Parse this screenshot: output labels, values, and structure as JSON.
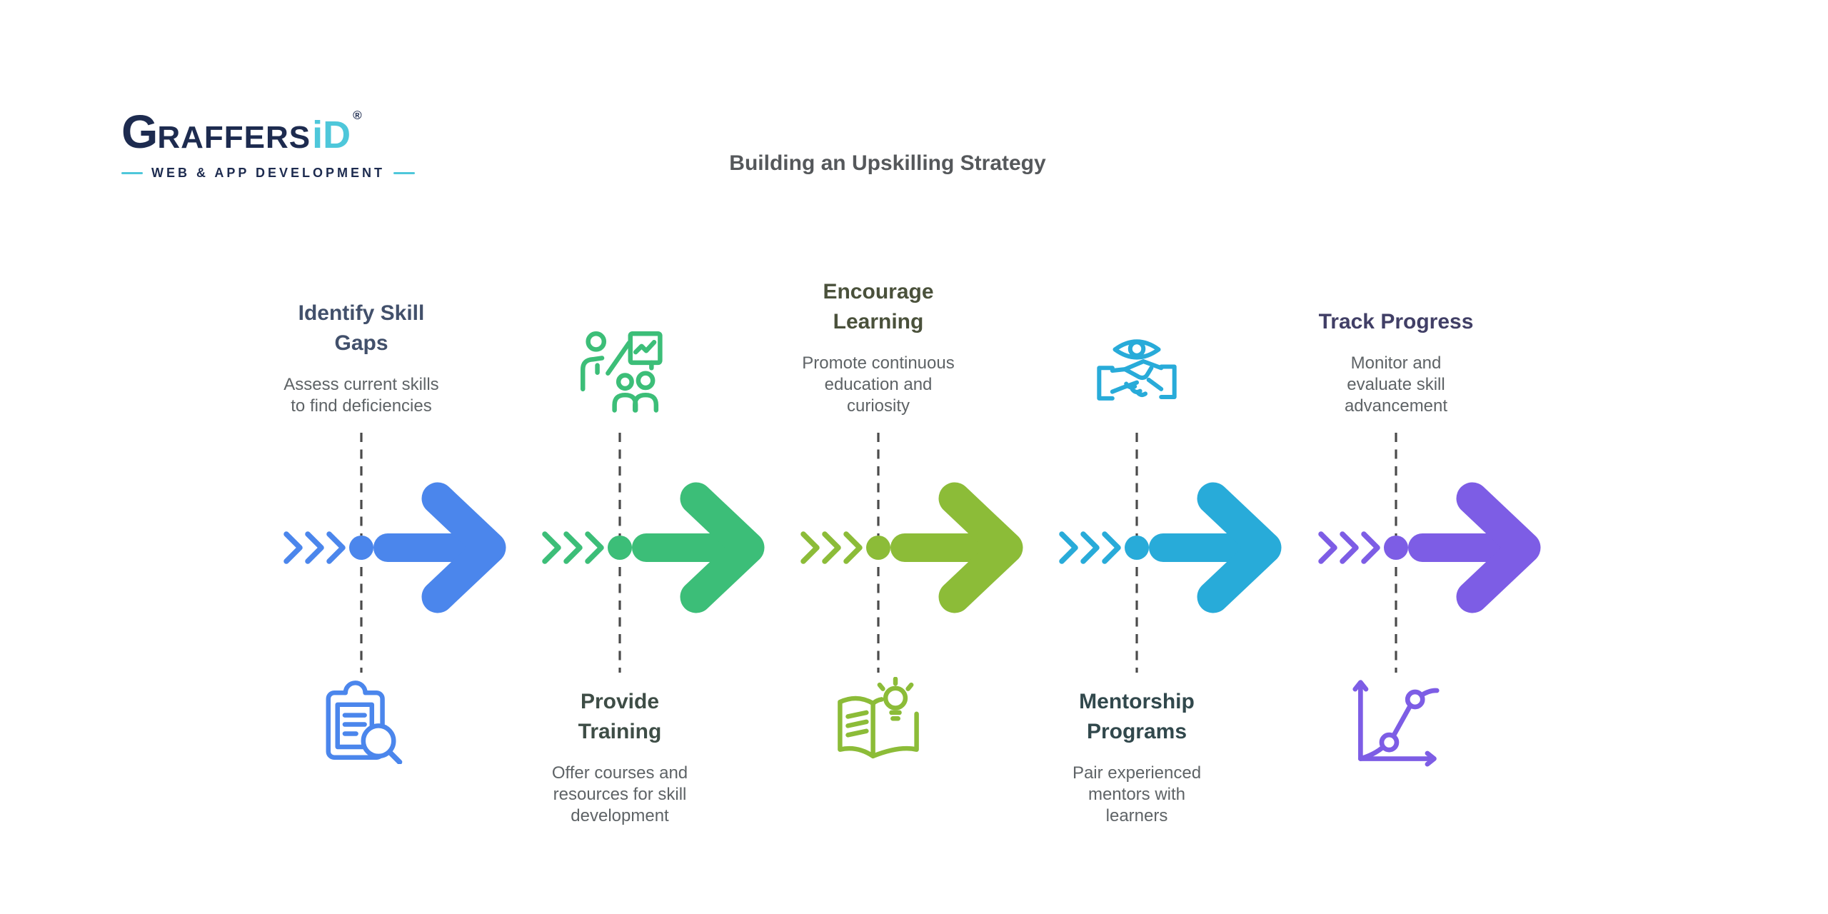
{
  "logo": {
    "brand_g": "G",
    "brand_rest": "RAFFERS",
    "brand_accent": "iD",
    "registered": "®",
    "tagline": "WEB & APP DEVELOPMENT",
    "navy": "#1d2b4f",
    "cyan": "#4ec7da"
  },
  "header": {
    "title": "Building an Upskilling Strategy",
    "title_color": "#55585b"
  },
  "timeline": {
    "dashed_line_color": "#4b4b4b"
  },
  "colors": {
    "background": "#ffffff",
    "description_text": "#5e6366"
  },
  "steps": [
    {
      "title": "Identify Skill Gaps",
      "title_lines": [
        "Identify Skill",
        "Gaps"
      ],
      "description": "Assess current skills to find deficiencies",
      "desc_lines": [
        "Assess current skills",
        "to find deficiencies"
      ],
      "accent": "#4b86ec",
      "title_color": "#42506b",
      "icon": "clipboard-search-icon",
      "text_position": "above",
      "icon_position": "below"
    },
    {
      "title": "Provide Training",
      "title_lines": [
        "Provide",
        "Training"
      ],
      "description": "Offer courses and resources for skill development",
      "desc_lines": [
        "Offer courses and",
        "resources for skill",
        "development"
      ],
      "accent": "#3cbe78",
      "title_color": "#3e4d46",
      "icon": "trainer-presentation-icon",
      "text_position": "below",
      "icon_position": "above"
    },
    {
      "title": "Encourage Learning",
      "title_lines": [
        "Encourage",
        "Learning"
      ],
      "description": "Promote continuous education and curiosity",
      "desc_lines": [
        "Promote continuous",
        "education and",
        "curiosity"
      ],
      "accent": "#8cbc38",
      "title_color": "#4a513b",
      "icon": "book-lightbulb-icon",
      "text_position": "above",
      "icon_position": "below"
    },
    {
      "title": "Mentorship Programs",
      "title_lines": [
        "Mentorship",
        "Programs"
      ],
      "description": "Pair experienced mentors with learners",
      "desc_lines": [
        "Pair experienced",
        "mentors with",
        "learners"
      ],
      "accent": "#28abd9",
      "title_color": "#31484c",
      "icon": "eye-handshake-icon",
      "text_position": "below",
      "icon_position": "above"
    },
    {
      "title": "Track Progress",
      "title_lines": [
        "Track Progress"
      ],
      "description": "Monitor and evaluate skill advancement",
      "desc_lines": [
        "Monitor and",
        "evaluate skill",
        "advancement"
      ],
      "accent": "#7d5de5",
      "title_color": "#413f66",
      "icon": "growth-chart-icon",
      "text_position": "above",
      "icon_position": "below"
    }
  ]
}
